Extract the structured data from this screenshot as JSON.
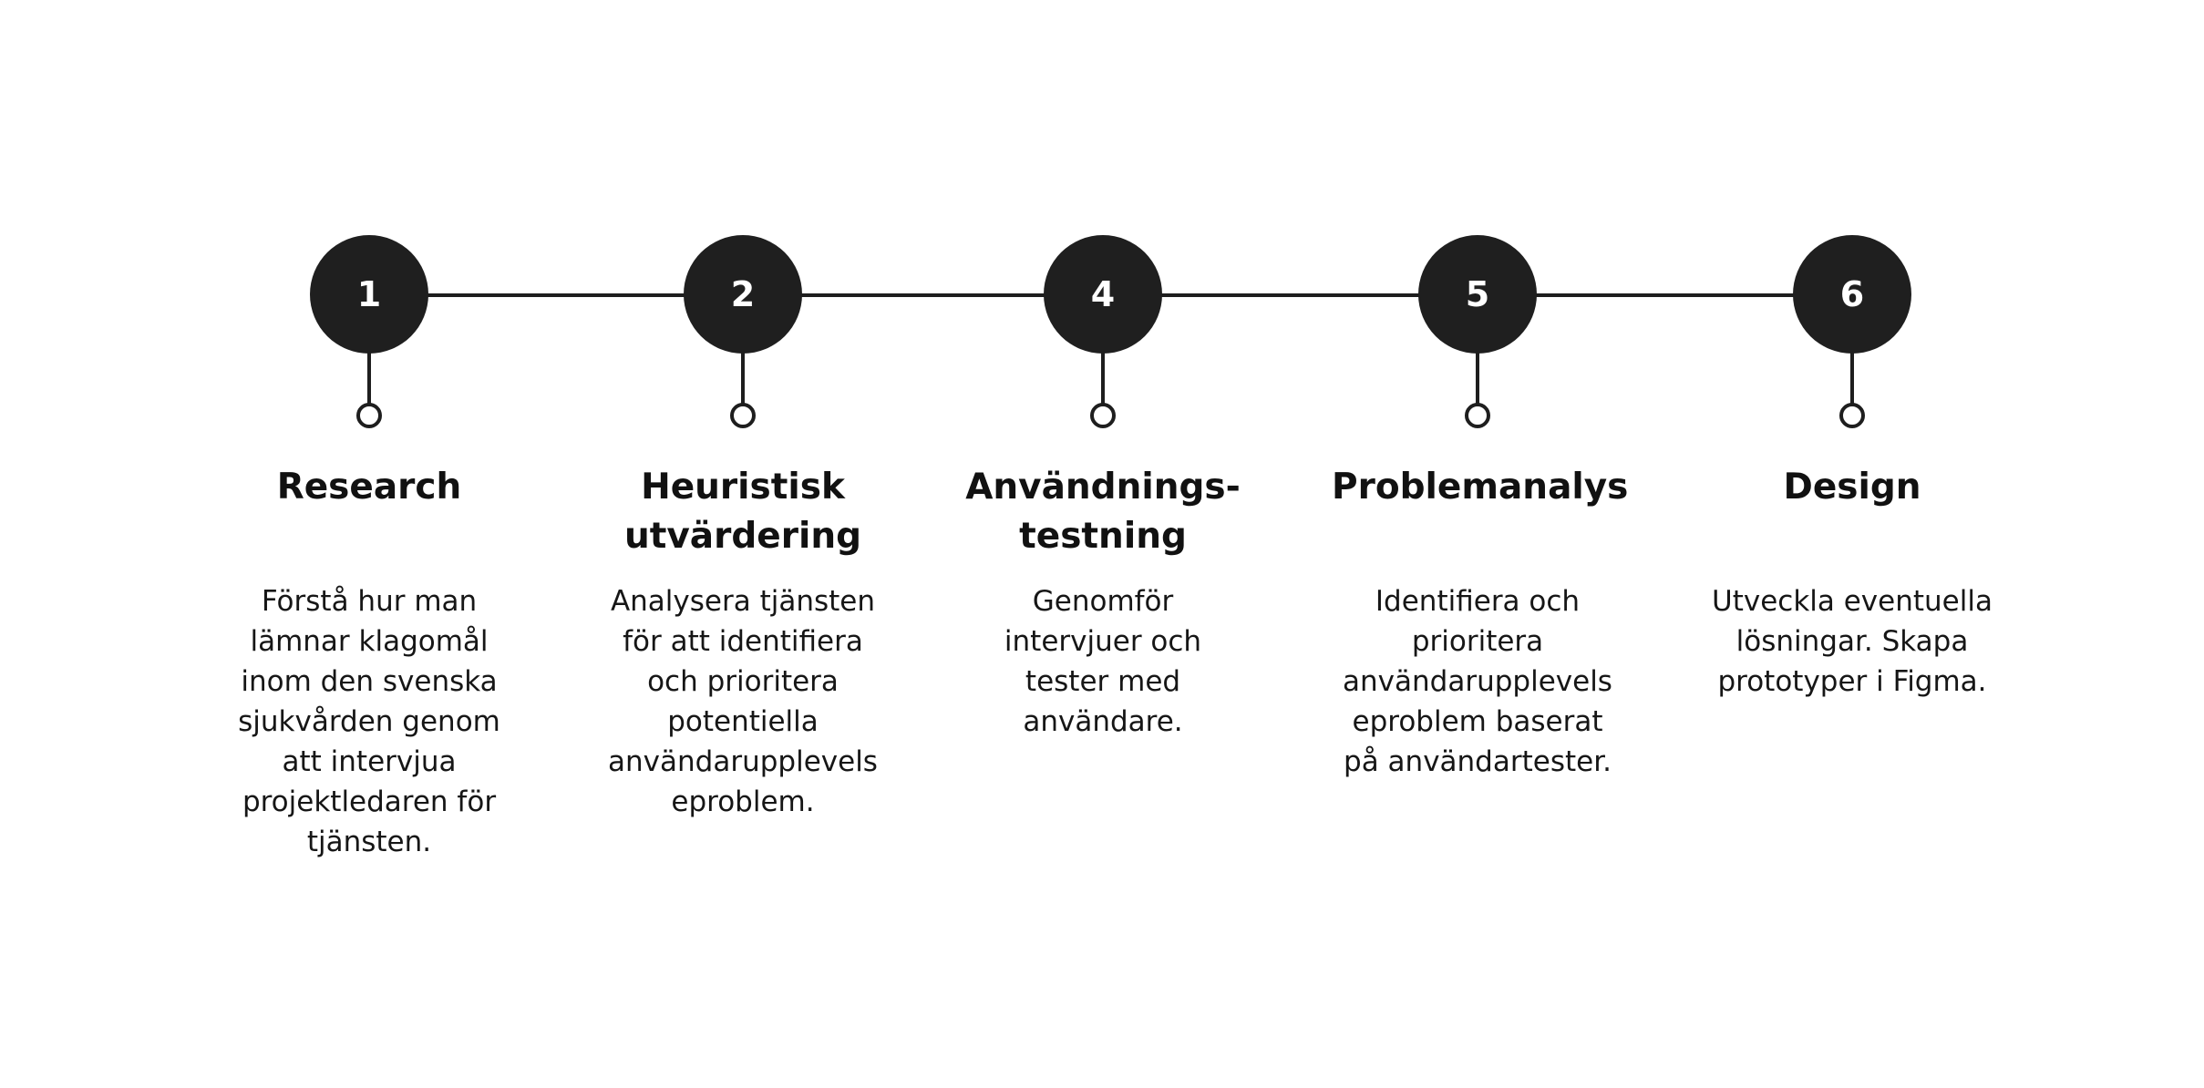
{
  "steps": [
    {
      "number": "1",
      "title": "Research",
      "lines": [
        "Förstå hur man",
        "lämnar klagomål",
        "inom den svenska",
        "sjukvården genom",
        "att intervjua",
        "projektledaren för",
        "tjänsten."
      ]
    },
    {
      "number": "2",
      "title": "Heuristisk utvärdering",
      "lines": [
        "Analysera tjänsten",
        "för att identifiera",
        "och prioritera",
        "potentiella",
        "användarupplevels",
        "eproblem."
      ]
    },
    {
      "number": "4",
      "title": "Användnings-testning",
      "lines": [
        "Genomför",
        "intervjuer och",
        "tester med",
        "användare."
      ]
    },
    {
      "number": "5",
      "title": "Problemanalys",
      "lines": [
        "Identifiera och",
        "prioritera",
        "användarupplevels",
        "eproblem baserat",
        "på användartester."
      ]
    },
    {
      "number": "6",
      "title": "Design",
      "lines": [
        "Utveckla eventuella",
        "lösningar. Skapa",
        "prototyper i Figma."
      ]
    }
  ]
}
